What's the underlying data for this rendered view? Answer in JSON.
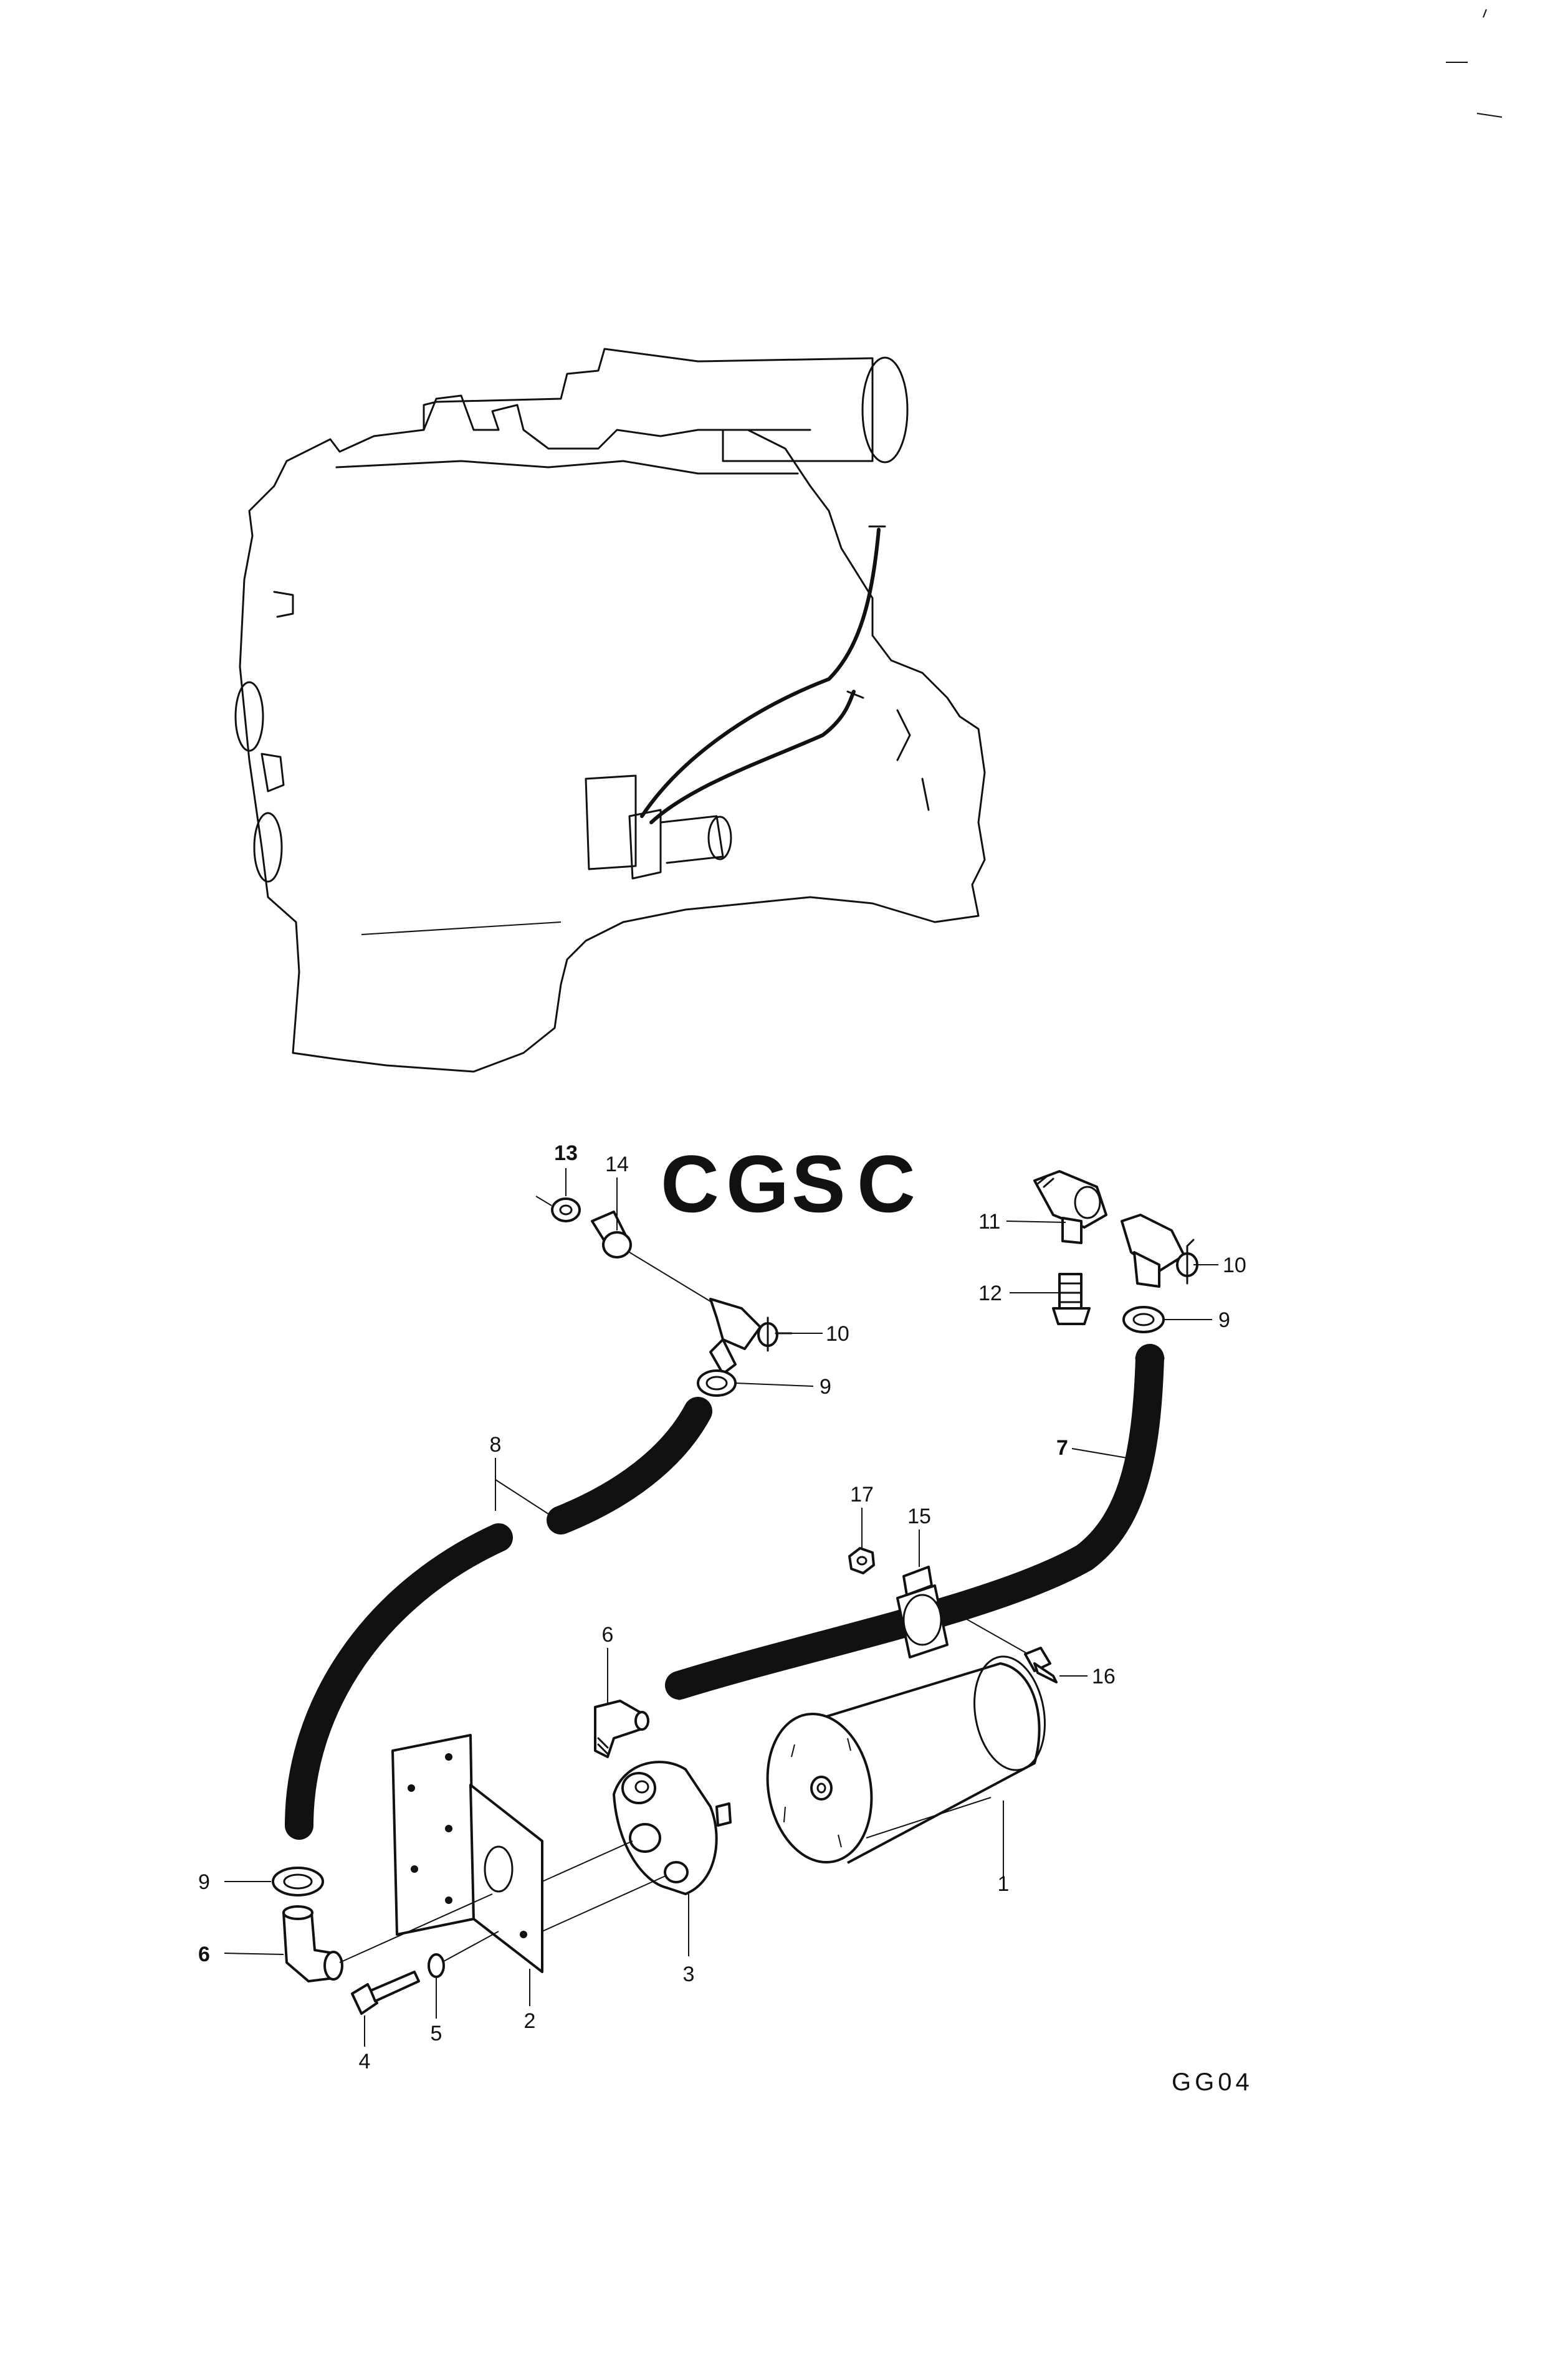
{
  "logo": {
    "letters": [
      "C",
      "G",
      "S",
      "C"
    ],
    "colors": [
      "#7aaaf0",
      "#f08a84",
      "#f7d75e",
      "#7ec89a"
    ]
  },
  "diagram_code": "GG04",
  "callouts": [
    {
      "id": "c13",
      "label": "13"
    },
    {
      "id": "c14",
      "label": "14"
    },
    {
      "id": "c10a",
      "label": "10"
    },
    {
      "id": "c9a",
      "label": "9"
    },
    {
      "id": "c8",
      "label": "8"
    },
    {
      "id": "c11",
      "label": "11"
    },
    {
      "id": "c12",
      "label": "12"
    },
    {
      "id": "c10b",
      "label": "10"
    },
    {
      "id": "c9b",
      "label": "9"
    },
    {
      "id": "c7",
      "label": "7"
    },
    {
      "id": "c17",
      "label": "17"
    },
    {
      "id": "c15",
      "label": "15"
    },
    {
      "id": "c16",
      "label": "16"
    },
    {
      "id": "c6a",
      "label": "6"
    },
    {
      "id": "c9c",
      "label": "9"
    },
    {
      "id": "c6b",
      "label": "6"
    },
    {
      "id": "c1",
      "label": "1"
    },
    {
      "id": "c3",
      "label": "3"
    },
    {
      "id": "c2",
      "label": "2"
    },
    {
      "id": "c4",
      "label": "4"
    },
    {
      "id": "c5",
      "label": "5"
    }
  ]
}
